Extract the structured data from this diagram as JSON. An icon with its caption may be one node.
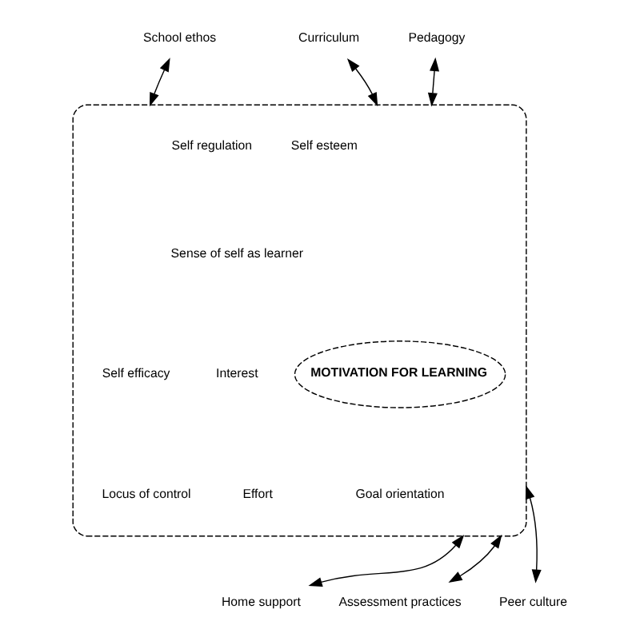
{
  "diagram": {
    "nodes": [
      {
        "text": [
          "School ethos"
        ]
      },
      {
        "text": [
          "Curriculum"
        ]
      },
      {
        "text": [
          "Pedagogy"
        ]
      },
      {
        "text": [],
        "shape": "ellipse"
      },
      {
        "text": [
          "MOTIVATION FOR LEARNING"
        ],
        "in": 3
      },
      {
        "text": [
          "Home support"
        ]
      },
      {
        "text": [
          "Assessment practices"
        ]
      },
      {
        "text": [
          "Peer culture"
        ]
      }
    ],
    "edges": [
      {
        "from": 0,
        "to": 3,
        "arrow": "both"
      },
      {
        "from": 1,
        "to": 3,
        "arrow": "both"
      },
      {
        "from": 2,
        "to": 3,
        "arrow": "both"
      },
      {
        "from": 5,
        "to": 3,
        "arrow": "both"
      },
      {
        "from": 6,
        "to": 3,
        "arrow": "both"
      },
      {
        "from": 7,
        "to": 3,
        "arrow": "both"
      }
    ],
    "labels": [
      "Self esteem",
      "Self regulation",
      "Sense of self as learner",
      "Self efficacy",
      "Interest",
      "Locus of control",
      "Goal orientation",
      "Effort"
    ]
  }
}
